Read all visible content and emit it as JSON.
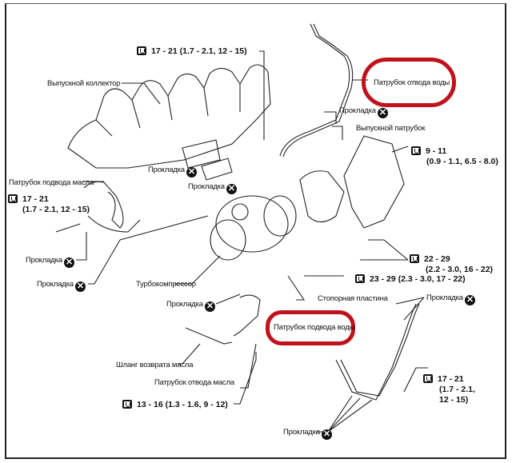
{
  "diagram": {
    "labels": {
      "exhaust_manifold": "Выпускной коллектор",
      "water_outlet_pipe": "Патрубок отвода воды",
      "gasket_top": "Прокладка",
      "exhaust_outlet": "Выпускной патрубок",
      "gasket_manifold": "Прокладка",
      "gasket_manifold2": "Прокладка",
      "oil_feed_pipe": "Патрубок подвода масла",
      "gasket_oil1": "Прокладка",
      "gasket_oil2": "Прокладка",
      "turbocharger": "Турбокомпрессор",
      "lock_plate": "Стопорная пластина",
      "gasket_mid": "Прокладка",
      "gasket_right": "Прокладка",
      "water_inlet_pipe": "Патрубок подвода воды",
      "oil_return_hose": "Шланг возврата масла",
      "oil_drain_pipe": "Патрубок отвода масла",
      "gasket_bottom": "Прокладка"
    },
    "torques": {
      "t_top": "17 - 21 (1.7 - 2.1, 12 - 15)",
      "t_outlet_1": "9 - 11",
      "t_outlet_2": "(0.9 - 1.1, 6.5 - 8.0)",
      "t_oil_1": "17 - 21",
      "t_oil_2": "(1.7 - 2.1, 12 - 15)",
      "t_2229_1": "22 - 29",
      "t_2229_2": "(2.2 - 3.0, 16 - 22)",
      "t_2329": "23 - 29 (2.3 - 3.0, 17 - 22)",
      "t_water_1": "17 - 21",
      "t_water_2": "(1.7 - 2.1,",
      "t_water_3": "12 - 15)",
      "t_bottom": "13 - 16 (1.3 - 1.6, 9 - 12)"
    },
    "icons": {
      "gasket_replace": "x-circle-icon",
      "torque": "torque-wrench-icon"
    },
    "colors": {
      "highlight": "#c0121b",
      "ink": "#111111"
    },
    "xglyph": "✕"
  }
}
